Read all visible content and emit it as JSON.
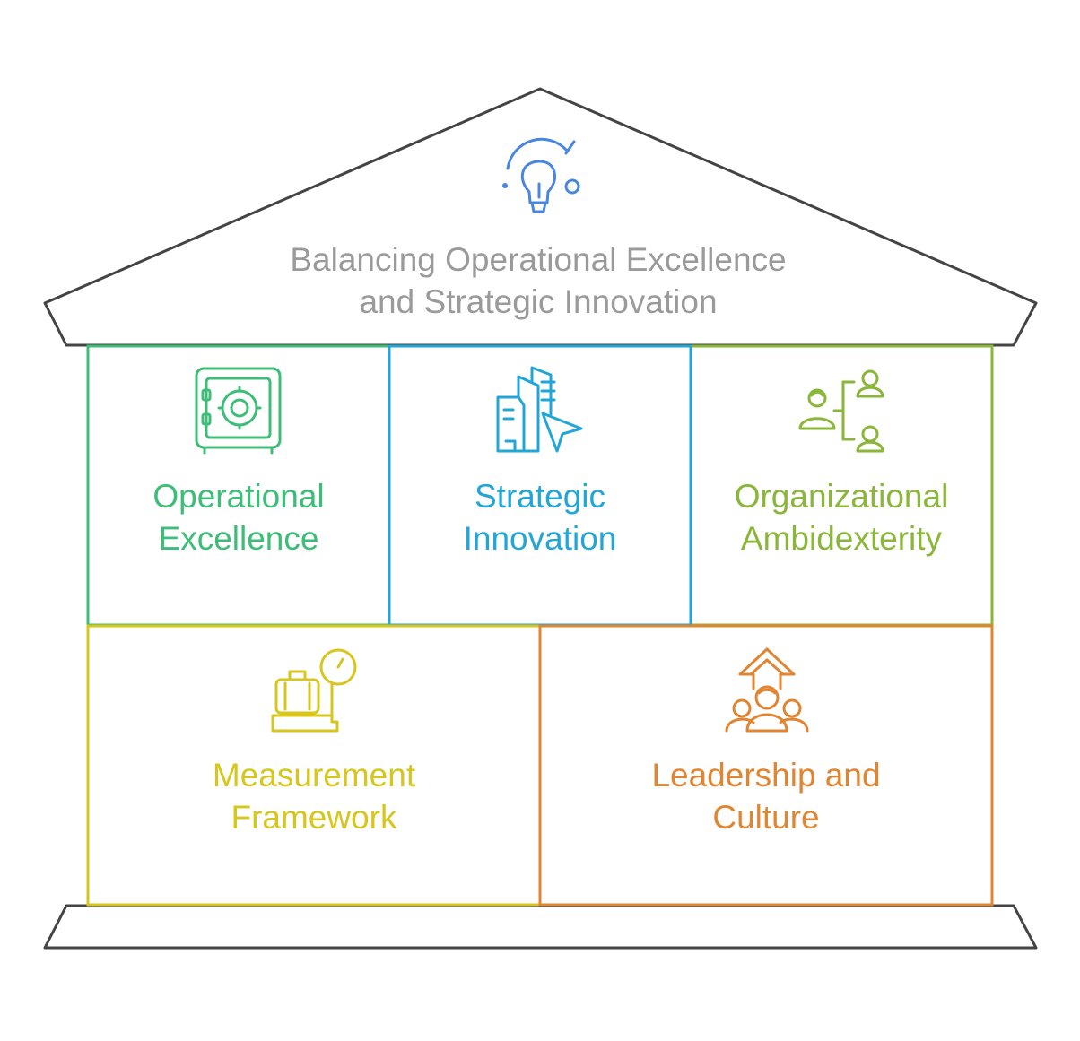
{
  "title": {
    "line1": "Balancing Operational Excellence",
    "line2": "and Strategic Innovation",
    "icon": "lightbulb-icon",
    "color": "#4a86e0"
  },
  "outline_color": "#444444",
  "blocks": [
    {
      "key": "operational",
      "line1": "Operational",
      "line2": "Excellence",
      "icon": "safe-icon",
      "color": "#3dbd77"
    },
    {
      "key": "strategic",
      "line1": "Strategic",
      "line2": "Innovation",
      "icon": "city-cursor-icon",
      "color": "#22a6d8"
    },
    {
      "key": "ambidexterity",
      "line1": "Organizational",
      "line2": "Ambidexterity",
      "icon": "org-chart-people-icon",
      "color": "#8ab63a"
    },
    {
      "key": "measurement",
      "line1": "Measurement",
      "line2": "Framework",
      "icon": "luggage-scale-icon",
      "color": "#d6c61e"
    },
    {
      "key": "leadership",
      "line1": "Leadership and",
      "line2": "Culture",
      "icon": "team-growth-icon",
      "color": "#e08532"
    }
  ]
}
